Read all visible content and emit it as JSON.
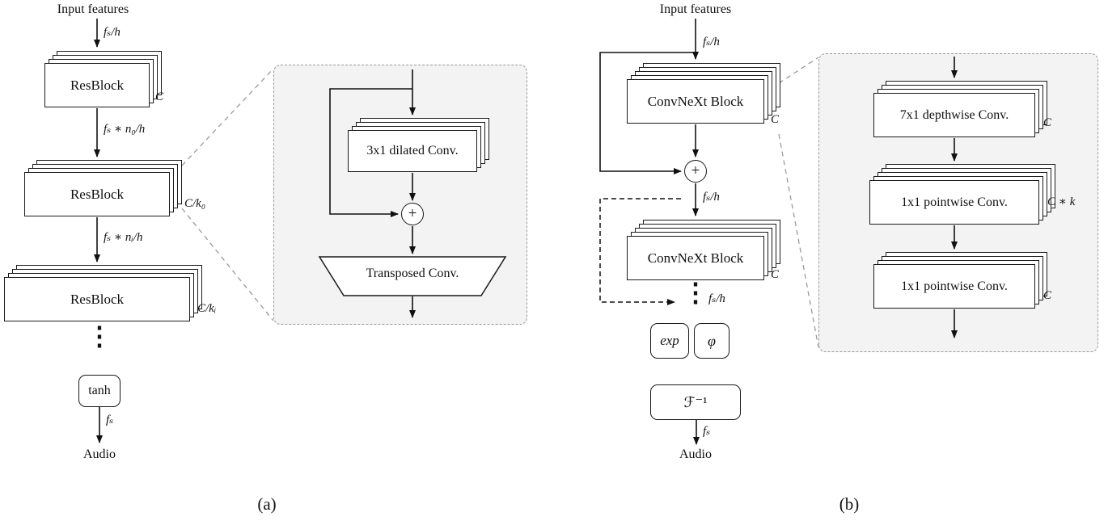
{
  "panel_a": {
    "input_label": "Input features",
    "rate_in": "fₛ/h",
    "rate_mid0": "fₛ ∗ n₀/h",
    "rate_midi": "fₛ ∗ nᵢ/h",
    "rate_out": "fₛ",
    "resblock_label": "ResBlock",
    "ch_c": "C",
    "ch_ck0": "C/k₀",
    "ch_cki": "C/kᵢ",
    "dots": "⋮",
    "tanh_label": "tanh",
    "audio_label": "Audio",
    "caption": "(a)",
    "inset": {
      "dilated_conv_label": "3x1 dilated Conv.",
      "plus": "+",
      "transposed_conv_label": "Transposed Conv."
    }
  },
  "panel_b": {
    "input_label": "Input features",
    "rate_in": "fₛ/h",
    "rate_mid": "fₛ/h",
    "rate_dots": "fₛ/h",
    "rate_out": "fₛ",
    "convnext_label": "ConvNeXt Block",
    "plus": "+",
    "ch_c1": "C",
    "ch_c2": "C",
    "dots": "⋮",
    "exp_label": "exp",
    "phi_label": "φ",
    "istft_label": "ℱ⁻¹",
    "audio_label": "Audio",
    "caption": "(b)",
    "inset": {
      "depthwise_label": "7x1 depthwise Conv.",
      "pointwise1_label": "1x1 pointwise Conv.",
      "pointwise2_label": "1x1 pointwise Conv.",
      "ch_in": "C",
      "ch_mid": "C ∗ k",
      "ch_out": "C"
    }
  }
}
